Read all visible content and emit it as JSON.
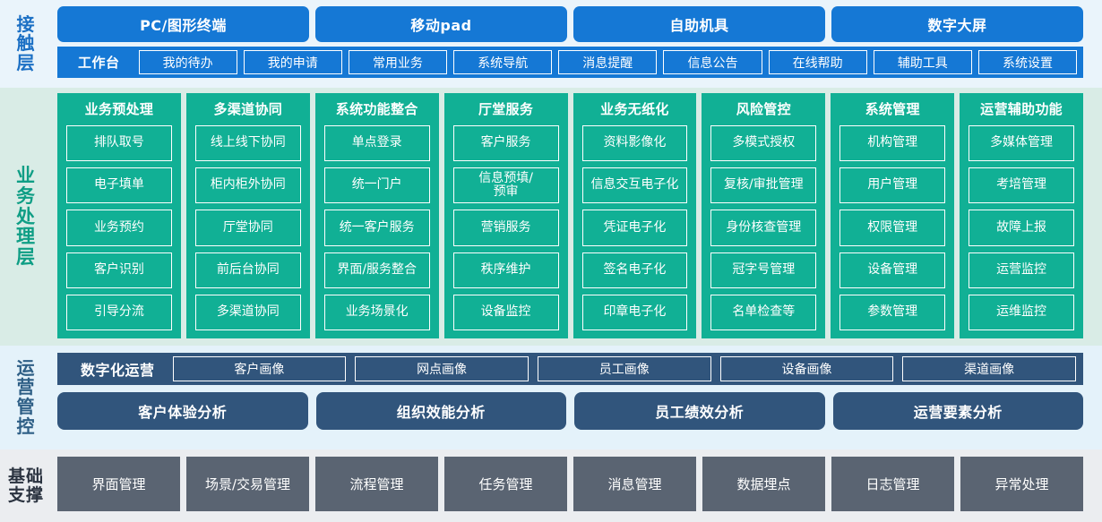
{
  "layers": {
    "contact": {
      "label": "接触层",
      "channels": [
        "PC/图形终端",
        "移动pad",
        "自助机具",
        "数字大屏"
      ],
      "workbench_title": "工作台",
      "workbench_items": [
        "我的待办",
        "我的申请",
        "常用业务",
        "系统导航",
        "消息提醒",
        "信息公告",
        "在线帮助",
        "辅助工具",
        "系统设置"
      ],
      "colors": {
        "chip": "#1578d5",
        "background": "#eaf4fb",
        "label": "#1b6fc4"
      }
    },
    "business": {
      "label": "业务处理层",
      "columns": [
        {
          "title": "业务预处理",
          "items": [
            "排队取号",
            "电子填单",
            "业务预约",
            "客户识别",
            "引导分流"
          ]
        },
        {
          "title": "多渠道协同",
          "items": [
            "线上线下协同",
            "柜内柜外协同",
            "厅堂协同",
            "前后台协同",
            "多渠道协同"
          ]
        },
        {
          "title": "系统功能整合",
          "items": [
            "单点登录",
            "统一门户",
            "统一客户服务",
            "界面/服务整合",
            "业务场景化"
          ]
        },
        {
          "title": "厅堂服务",
          "items": [
            "客户服务",
            "信息预填/\n预审",
            "营销服务",
            "秩序维护",
            "设备监控"
          ]
        },
        {
          "title": "业务无纸化",
          "items": [
            "资料影像化",
            "信息交互电子化",
            "凭证电子化",
            "签名电子化",
            "印章电子化"
          ]
        },
        {
          "title": "风险管控",
          "items": [
            "多模式授权",
            "复核/审批管理",
            "身份核查管理",
            "冠字号管理",
            "名单检查等"
          ]
        },
        {
          "title": "系统管理",
          "items": [
            "机构管理",
            "用户管理",
            "权限管理",
            "设备管理",
            "参数管理"
          ]
        },
        {
          "title": "运营辅助功能",
          "items": [
            "多媒体管理",
            "考培管理",
            "故障上报",
            "运营监控",
            "运维监控"
          ]
        }
      ],
      "colors": {
        "column": "#11b095",
        "background": "#d9ece6",
        "label": "#0f9e85"
      }
    },
    "ops": {
      "label": "运营管控",
      "digital_title": "数字化运营",
      "portraits": [
        "客户画像",
        "网点画像",
        "员工画像",
        "设备画像",
        "渠道画像"
      ],
      "analyses": [
        "客户体验分析",
        "组织效能分析",
        "员工绩效分析",
        "运营要素分析"
      ],
      "colors": {
        "chip": "#31557c",
        "background": "#e4f2fa",
        "label": "#2e5f86"
      }
    },
    "foundation": {
      "label": "基础支撑",
      "items": [
        "界面管理",
        "场景/交易管理",
        "流程管理",
        "任务管理",
        "消息管理",
        "数据埋点",
        "日志管理",
        "异常处理"
      ],
      "colors": {
        "chip": "#5a6472",
        "background": "#ebedf0",
        "label": "#2b3340"
      }
    }
  }
}
